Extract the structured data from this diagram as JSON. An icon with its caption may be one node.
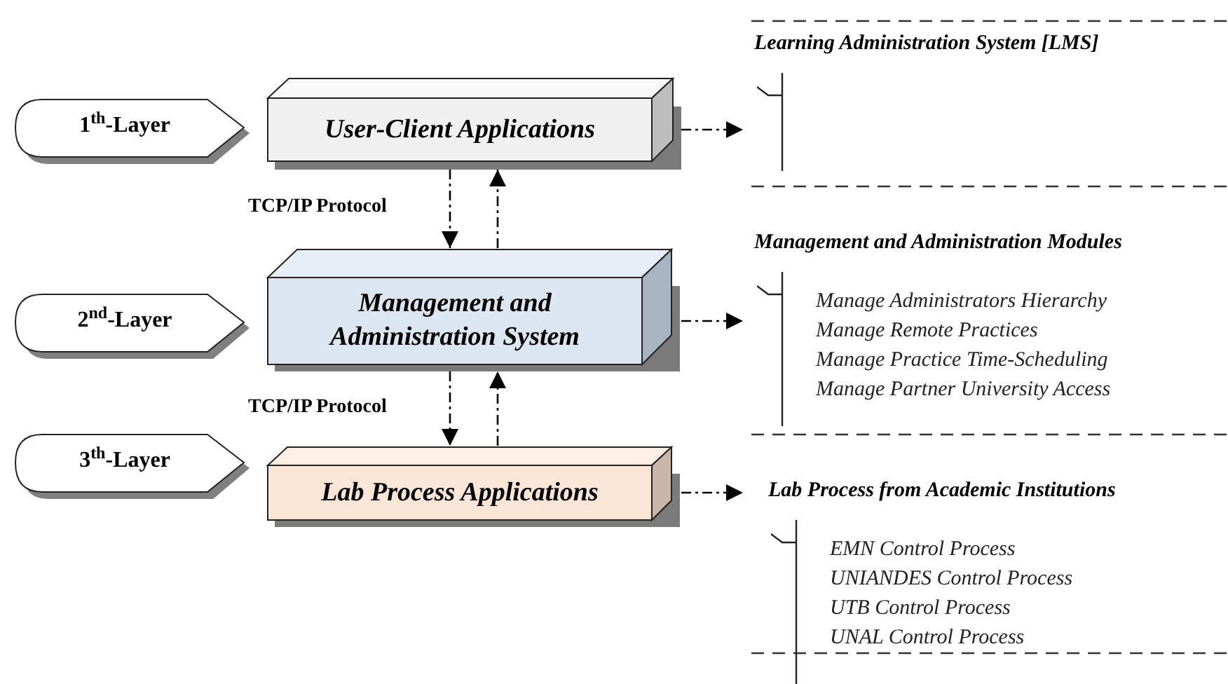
{
  "diagram": {
    "nodes": [
      {
        "text": [
          "1$^{th}$-Layer"
        ]
      },
      {
        "text": [
          "User-Client Applications"
        ]
      },
      {
        "text": [
          "2$^{nd}$-Layer"
        ]
      },
      {
        "text": [
          "Management and Administration System"
        ]
      },
      {
        "text": [
          "3$^{th}$-Layer"
        ]
      },
      {
        "text": [
          "Lab Process Applications"
        ]
      },
      {
        "text": [
          "Learning Administration System [LMS]"
        ]
      },
      {
        "text": [
          "Management and Administration Modules",
          "Manage Administrators Hierarchy",
          "Manage Remote Practices",
          "Manage Practice Time-Scheduling",
          "Manage Partner University Access"
        ]
      },
      {
        "text": [
          "Lab Process from Academic Institutions",
          "EMN Control Process",
          "UNIANDES Control Process",
          "UTB Control Process",
          "UNAL Control Process"
        ]
      }
    ],
    "edges": [
      {
        "from": 1,
        "to": 6,
        "arrow": "to",
        "style": "dashed"
      },
      {
        "from": 1,
        "to": 3,
        "arrow": "to",
        "style": "dashed",
        "label": "TCP/IP Protocol"
      },
      {
        "from": 3,
        "to": 1,
        "arrow": "to",
        "style": "dashed"
      },
      {
        "from": 3,
        "to": 7,
        "arrow": "to",
        "style": "dashed"
      },
      {
        "from": 3,
        "to": 5,
        "arrow": "to",
        "style": "dashed",
        "label": "TCP/IP Protocol"
      },
      {
        "from": 5,
        "to": 3,
        "arrow": "to",
        "style": "dashed"
      },
      {
        "from": 5,
        "to": 8,
        "arrow": "to",
        "style": "dashed"
      }
    ]
  }
}
